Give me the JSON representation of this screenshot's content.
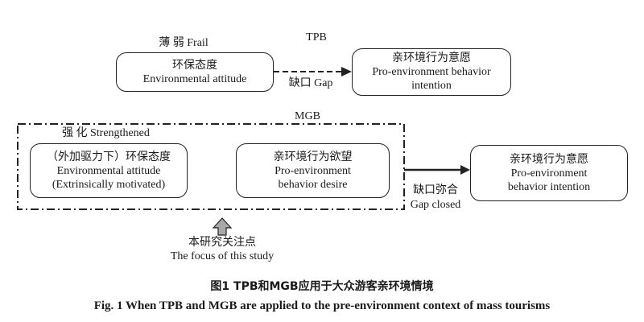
{
  "tpb": {
    "title": "TPB",
    "frail_label": "薄 弱 Frail",
    "attitude_box": {
      "zh": "环保态度",
      "en": "Environmental attitude"
    },
    "gap_label": "缺口 Gap",
    "intention_box": {
      "zh": "亲环境行为意愿",
      "en1": "Pro-environment behavior",
      "en2": "intention"
    }
  },
  "mgb": {
    "title": "MGB",
    "strengthened_label": "强 化 Strengthened",
    "attitude_box": {
      "zh": "（外加驱力下）环保态度",
      "en1": "Environmental attitude",
      "en2": "(Extrinsically motivated)"
    },
    "desire_box": {
      "zh": "亲环境行为欲望",
      "en1": "Pro-environment",
      "en2": "behavior desire"
    },
    "gap_closed_zh": "缺口弥合",
    "gap_closed_en": "Gap closed",
    "intention_box": {
      "zh": "亲环境行为意愿",
      "en1": "Pro-environment",
      "en2": "behavior intention"
    }
  },
  "focus": {
    "zh": "本研究关注点",
    "en": "The focus of this study"
  },
  "caption": {
    "zh": "图1   TPB和MGB应用于大众游客亲环境情境",
    "en": "Fig. 1   When TPB and MGB are applied to the pre-environment context of mass tourisms"
  }
}
